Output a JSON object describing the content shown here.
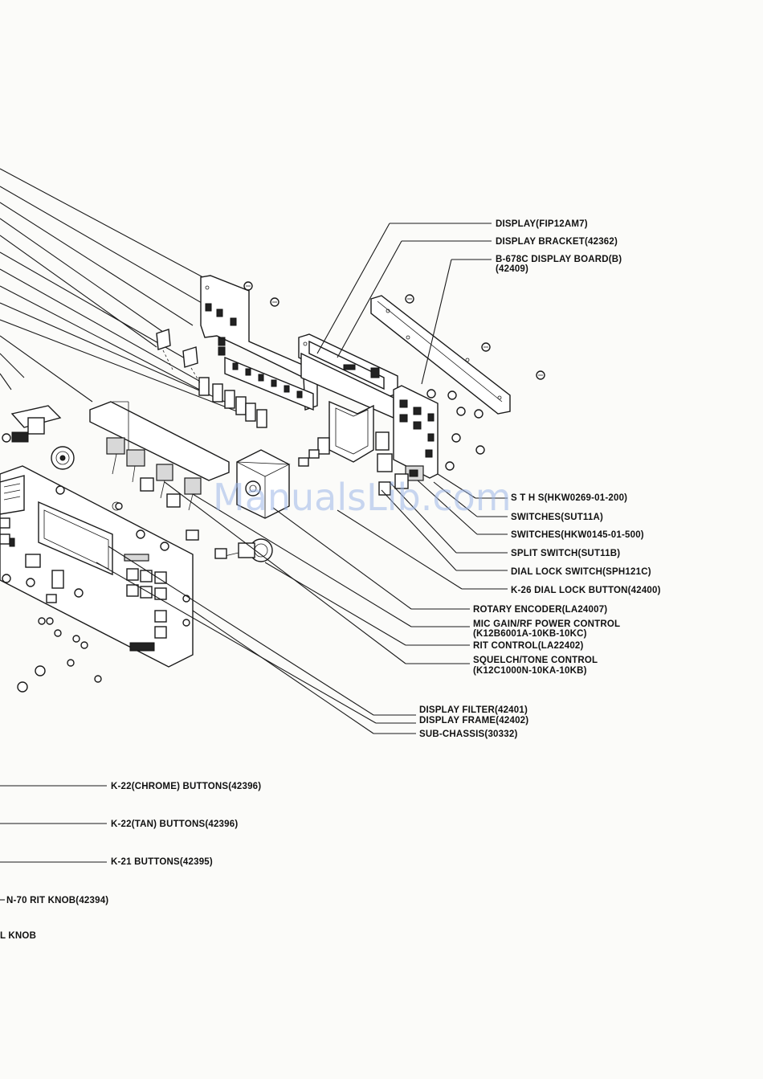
{
  "watermark": "ManualsLib.com",
  "labels": {
    "display": "DISPLAY(FIP12AM7)",
    "display_bracket": "DISPLAY BRACKET(42362)",
    "display_board": "B-678C DISPLAY BOARD(B)",
    "display_board_code": "(42409)",
    "switches_hkw0269": "S  T  H S(HKW0269-01-200)",
    "switches_sut11a": "SWITCHES(SUT11A)",
    "switches_hkw0145": "SWITCHES(HKW0145-01-500)",
    "split_switch": "SPLIT SWITCH(SUT11B)",
    "dial_lock_switch": "DIAL LOCK SWITCH(SPH121C)",
    "dial_lock_button": "K-26 DIAL LOCK BUTTON(42400)",
    "rotary_encoder": "ROTARY ENCODER(LA24007)",
    "mic_gain": "MIC GAIN/RF POWER CONTROL",
    "mic_gain_code": "(K12B6001A-10KB-10KC)",
    "rit_control": "RIT CONTROL(LA22402)",
    "squelch": "SQUELCH/TONE CONTROL",
    "squelch_code": "(K12C1000N-10KA-10KB)",
    "display_filter": "DISPLAY FILTER(42401)",
    "display_frame": "DISPLAY FRAME(42402)",
    "sub_chassis": "SUB-CHASSIS(30332)",
    "chrome_buttons": "K-22(CHROME) BUTTONS(42396)",
    "tan_buttons": "K-22(TAN) BUTTONS(42396)",
    "k21_buttons": "K-21 BUTTONS(42395)",
    "rit_knob": "N-70 RIT KNOB(42394)",
    "l_knob": "L KNOB"
  }
}
